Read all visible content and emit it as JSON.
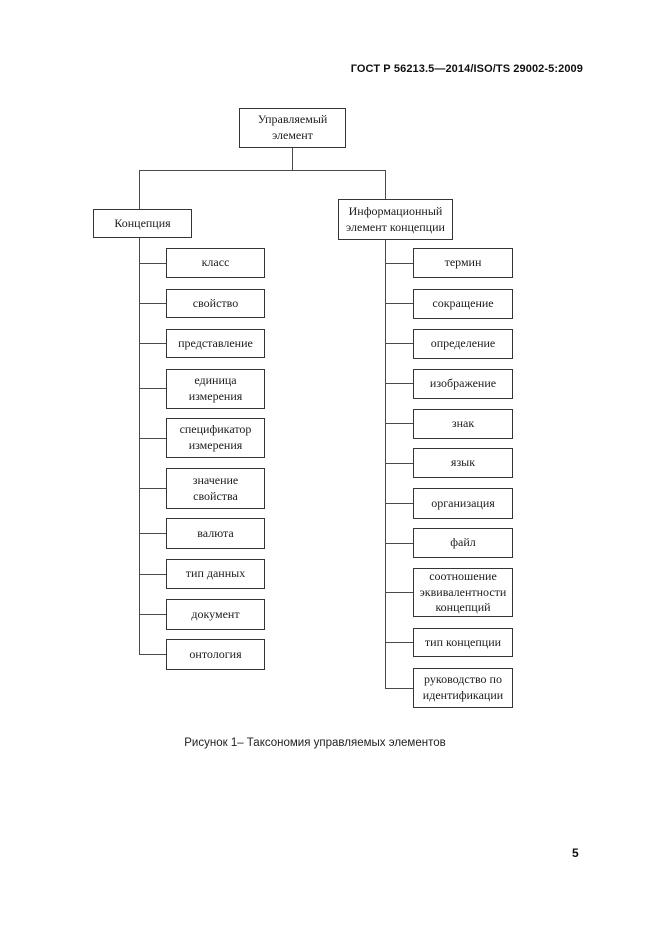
{
  "header": {
    "standard_ref": "ГОСТ Р 56213.5—2014/ISO/TS 29002-5:2009"
  },
  "figure": {
    "caption": "Рисунок 1– Таксономия управляемых элементов",
    "root": {
      "label": "Управляемый элемент"
    },
    "branches": [
      {
        "label": "Концепция",
        "children": [
          "класс",
          "свойство",
          "представление",
          "единица измерения",
          "спецификатор измерения",
          "значение свойства",
          "валюта",
          "тип данных",
          "документ",
          "онтология"
        ]
      },
      {
        "label": "Информационный элемент концепции",
        "children": [
          "термин",
          "сокращение",
          "определение",
          "изображение",
          "знак",
          "язык",
          "организация",
          "файл",
          "соотношение эквивалентности концепций",
          "тип концепции",
          "руководство по идентификации"
        ]
      }
    ]
  },
  "footer": {
    "page_number": "5"
  }
}
